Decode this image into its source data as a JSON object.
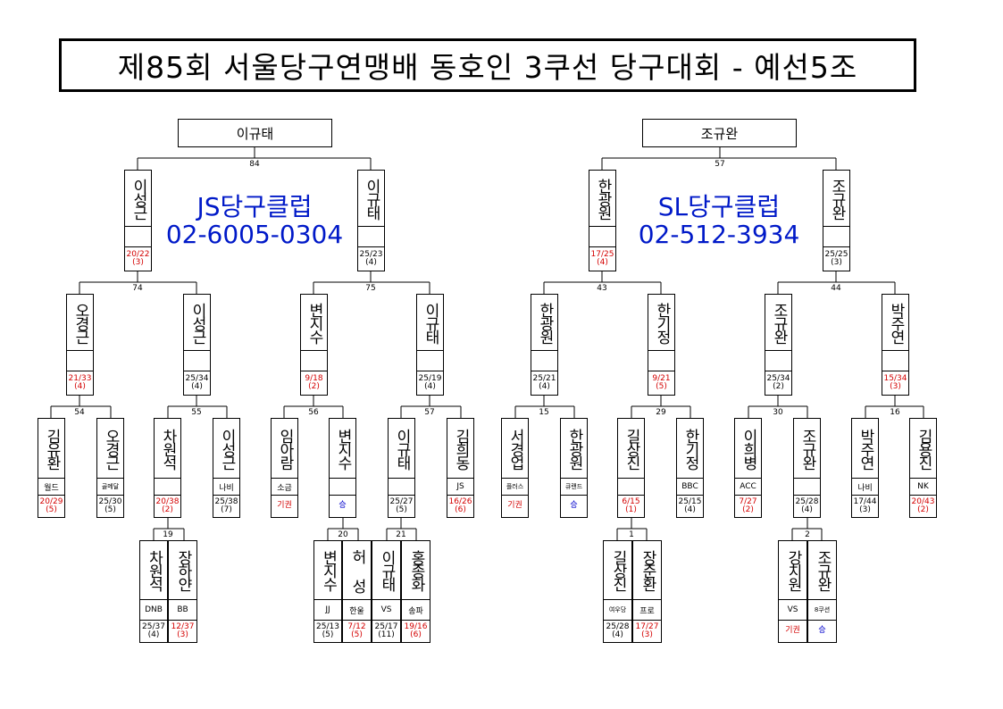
{
  "title": "제85회 서울당구연맹배 동호인 3쿠선 당구대회 - 예선5조",
  "ads": {
    "left": {
      "name": "JS당구클럽",
      "phone": "02-6005-0304"
    },
    "right": {
      "name": "SL당구클럽",
      "phone": "02-512-3934"
    }
  },
  "champions": {
    "left": "이규태",
    "right": "조규완"
  },
  "match_numbers": {
    "m84": "84",
    "m57": "57",
    "m74": "74",
    "m75": "75",
    "m43": "43",
    "m44": "44",
    "m54": "54",
    "m55": "55",
    "m56": "56",
    "m57b": "57",
    "m15": "15",
    "m29": "29",
    "m30": "30",
    "m16": "16",
    "m19": "19",
    "m20": "20",
    "m21": "21",
    "m1": "1",
    "m2": "2"
  },
  "players": {
    "r3_lee_sg": {
      "name": "이성근",
      "score": "20/22",
      "rank": "(3)",
      "color": "red"
    },
    "r3_lee_gt": {
      "name": "이규태",
      "score": "25/23",
      "rank": "(4)",
      "color": "black"
    },
    "r3_han_gw": {
      "name": "한광원",
      "score": "17/25",
      "rank": "(4)",
      "color": "red"
    },
    "r3_jo_gw": {
      "name": "조규완",
      "score": "25/25",
      "rank": "(3)",
      "color": "black"
    },
    "r2_oh_kg": {
      "name": "오경근",
      "score": "21/33",
      "rank": "(4)",
      "color": "red"
    },
    "r2_lee_sg": {
      "name": "이성근",
      "score": "25/34",
      "rank": "(4)",
      "color": "black"
    },
    "r2_byun_js": {
      "name": "변지수",
      "score": "9/18",
      "rank": "(2)",
      "color": "red"
    },
    "r2_lee_gt": {
      "name": "이규태",
      "score": "25/19",
      "rank": "(4)",
      "color": "black"
    },
    "r2_han_gw": {
      "name": "한광원",
      "score": "25/21",
      "rank": "(4)",
      "color": "black"
    },
    "r2_han_gj": {
      "name": "한기정",
      "score": "9/21",
      "rank": "(5)",
      "color": "red"
    },
    "r2_jo_gw": {
      "name": "조규완",
      "score": "25/34",
      "rank": "(2)",
      "color": "black"
    },
    "r2_park_jy": {
      "name": "박주연",
      "score": "15/34",
      "rank": "(3)",
      "color": "red"
    },
    "r1_kim_yh": {
      "name": "김유환",
      "club": "월드",
      "score": "20/29",
      "rank": "(5)",
      "color": "red"
    },
    "r1_oh_kg": {
      "name": "오경근",
      "club": "골메달",
      "score": "25/30",
      "rank": "(5)",
      "color": "black"
    },
    "r1_cha_ws": {
      "name": "차원석",
      "club": "",
      "score": "20/38",
      "rank": "(2)",
      "color": "red"
    },
    "r1_lee_sg": {
      "name": "이성근",
      "club": "나비",
      "score": "25/38",
      "rank": "(7)",
      "color": "black"
    },
    "r1_lim_ar": {
      "name": "임아람",
      "club": "소금",
      "result": "기권",
      "color": "red"
    },
    "r1_byun_js": {
      "name": "변지수",
      "club": "",
      "result": "승",
      "color": "blue"
    },
    "r1_lee_gt": {
      "name": "이규태",
      "club": "",
      "score": "25/27",
      "rank": "(5)",
      "color": "black"
    },
    "r1_kim_hd": {
      "name": "김희동",
      "club": "JS",
      "score": "16/26",
      "rank": "(6)",
      "color": "red"
    },
    "r1_seo_gu": {
      "name": "서경업",
      "club": "플러스",
      "result": "기권",
      "color": "red"
    },
    "r1_han_gw": {
      "name": "한광원",
      "club": "큐랜드",
      "result": "승",
      "color": "blue"
    },
    "r1_gil_sj": {
      "name": "길상진",
      "club": "",
      "score": "6/15",
      "rank": "(1)",
      "color": "red"
    },
    "r1_han_gj": {
      "name": "한기정",
      "club": "BBC",
      "score": "25/15",
      "rank": "(4)",
      "color": "black"
    },
    "r1_lee_hb": {
      "name": "이희병",
      "club": "ACC",
      "score": "7/27",
      "rank": "(2)",
      "color": "red"
    },
    "r1_jo_gw": {
      "name": "조규완",
      "club": "",
      "score": "25/28",
      "rank": "(4)",
      "color": "black"
    },
    "r1_park_jy": {
      "name": "박주연",
      "club": "나비",
      "score": "17/44",
      "rank": "(3)",
      "color": "black"
    },
    "r1_kim_yj": {
      "name": "김용진",
      "club": "NK",
      "score": "20/43",
      "rank": "(2)",
      "color": "red"
    },
    "r0_cha_ws": {
      "name": "차원석",
      "club": "DNB",
      "score": "25/37",
      "rank": "(4)",
      "color": "black"
    },
    "r0_jang_hy": {
      "name": "장하얀",
      "club": "BB",
      "score": "12/37",
      "rank": "(3)",
      "color": "red"
    },
    "r0_byun_js": {
      "name": "변지수",
      "club": "JJ",
      "score": "25/13",
      "rank": "(5)",
      "color": "black"
    },
    "r0_heo_s": {
      "name": "허 성",
      "club": "한울",
      "score": "7/12",
      "rank": "(5)",
      "color": "red"
    },
    "r0_lee_gt": {
      "name": "이규태",
      "club": "VS",
      "score": "25/17",
      "rank": "(11)",
      "color": "black"
    },
    "r0_hong_jh": {
      "name": "홍종화",
      "club": "송파",
      "score": "19/16",
      "rank": "(6)",
      "color": "red"
    },
    "r0_gil_sj": {
      "name": "길상진",
      "club": "여우당",
      "score": "25/28",
      "rank": "(4)",
      "color": "black"
    },
    "r0_jang_jh": {
      "name": "장준환",
      "club": "프로",
      "score": "17/27",
      "rank": "(3)",
      "color": "red"
    },
    "r0_kang_cw": {
      "name": "강치원",
      "club": "VS",
      "result": "기권",
      "color": "red"
    },
    "r0_jo_gw": {
      "name": "조규완",
      "club": "8쿠션",
      "result": "승",
      "color": "blue"
    }
  }
}
